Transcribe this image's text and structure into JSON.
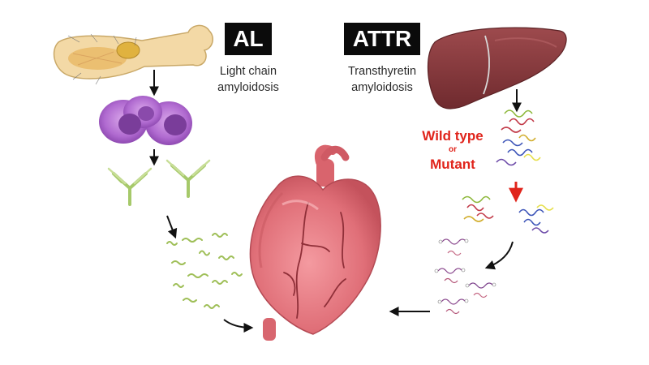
{
  "al": {
    "badge": "AL",
    "line1": "Light chain",
    "line2": "amyloidosis"
  },
  "attr": {
    "badge": "ATTR",
    "line1": "Transthyretin",
    "line2": "amyloidosis"
  },
  "variant": {
    "first": "Wild type",
    "connector": "or",
    "second": "Mutant"
  },
  "icons": [
    "bone-marrow-icon",
    "plasma-cell-icon",
    "antibody-icon",
    "light-chain-fibril-icon",
    "heart-icon",
    "liver-icon",
    "transthyretin-tetramer-icon",
    "misfolded-monomer-icon"
  ],
  "colors": {
    "badge_bg": "#0b0b0b",
    "variant_text": "#e0241b",
    "heart": "#e4727a",
    "liver": "#8a3b3e",
    "plasma_cell": "#b56fd0",
    "light_chain": "#a9c965"
  }
}
